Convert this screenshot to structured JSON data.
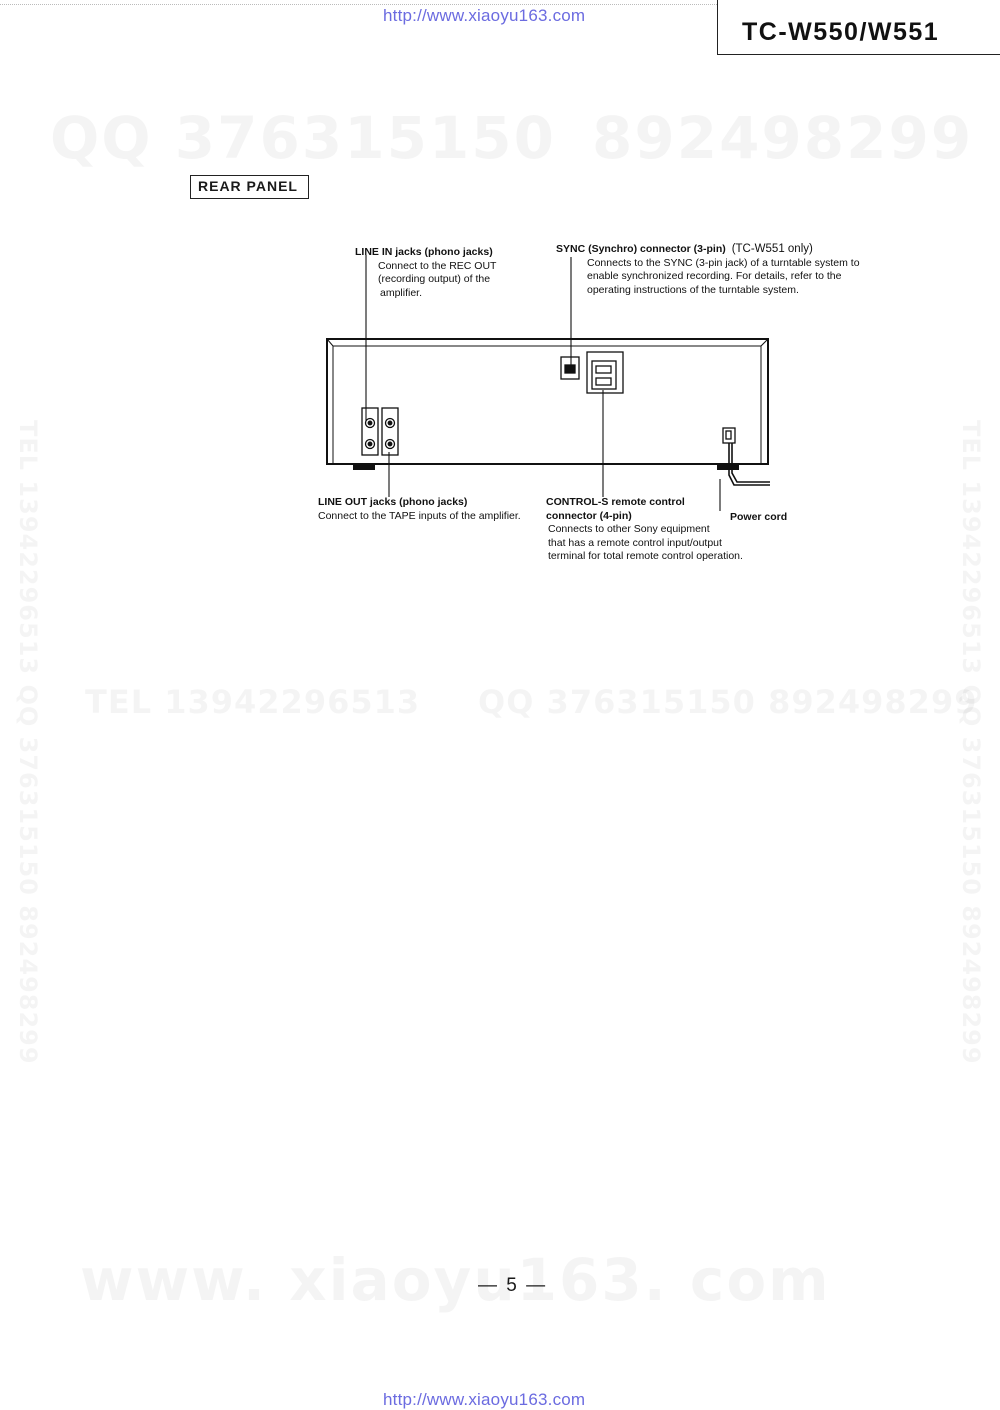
{
  "header": {
    "url_top": "http://www.xiaoyu163.com",
    "model": "TC-W550/W551"
  },
  "watermarks": {
    "qq_top_1": "QQ 376315150",
    "qq_top_2": "892498299",
    "tel_mid": "TEL 13942296513",
    "qq_mid": "QQ 376315150 892498299",
    "vertical_left": "TEL 13942296513 QQ 376315150 892498299",
    "vertical_right": "TEL 13942296513 QQ 376315150 892498299",
    "site_bottom": "www. xiaoyu163. com"
  },
  "section": {
    "title": "REAR PANEL"
  },
  "callouts": {
    "line_in": {
      "title": "LINE IN jacks (phono jacks)",
      "lines": [
        "Connect to the REC OUT",
        "(recording output) of the",
        "amplifier."
      ]
    },
    "sync": {
      "title": "SYNC (Synchro) connector (3-pin)",
      "note": "(TC-W551 only)",
      "lines": [
        "Connects to the SYNC (3-pin jack) of a turntable system to",
        "enable synchronized recording. For details, refer to the",
        "operating instructions of the turntable system."
      ]
    },
    "line_out": {
      "title": "LINE OUT jacks (phono jacks)",
      "lines": [
        "Connect to the TAPE inputs of the amplifier."
      ]
    },
    "control_s": {
      "title_1": "CONTROL-S remote control",
      "title_2": "connector (4-pin)",
      "lines": [
        "Connects to other Sony equipment",
        "that has a remote control input/output",
        "terminal for total remote control operation."
      ]
    },
    "power": {
      "title": "Power cord"
    }
  },
  "footer": {
    "page_number": "— 5 —",
    "url_bottom": "http://www.xiaoyu163.com"
  }
}
